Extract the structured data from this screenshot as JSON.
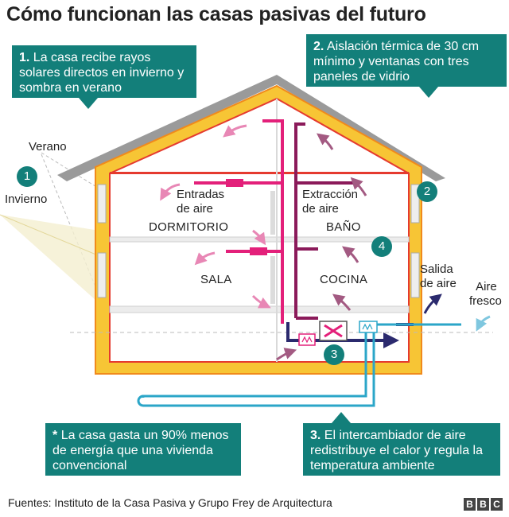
{
  "title": "Cómo funcionan las casas pasivas del futuro",
  "callouts": {
    "c1": {
      "num": "1.",
      "text": "La casa recibe rayos solares directos en invierno y sombra en verano"
    },
    "c2": {
      "num": "2.",
      "text": "Aislación térmica de 30 cm mínimo y ventanas con tres paneles de vidrio"
    },
    "c3": {
      "num": "3.",
      "text": "El intercambiador de aire redistribuye el calor y regula la temperatura ambiente"
    },
    "c_note": {
      "num": "*",
      "text": "La casa gasta un 90% menos de energía que una vivienda convencional"
    }
  },
  "labels": {
    "verano": "Verano",
    "invierno": "Invierno",
    "entradas_l1": "Entradas",
    "entradas_l2": "de aire",
    "extraccion_l1": "Extracción",
    "extraccion_l2": "de aire",
    "salida_l1": "Salida",
    "salida_l2": "de aire",
    "aire_l1": "Aire",
    "aire_l2": "fresco"
  },
  "rooms": {
    "dormitorio": "DORMITORIO",
    "bano": "BAÑO",
    "sala": "SALA",
    "cocina": "COCINA"
  },
  "badges": [
    "1",
    "2",
    "3",
    "4"
  ],
  "footer": "Fuentes: Instituto de la Casa Pasiva y Grupo Frey de Arquitectura",
  "logo": [
    "B",
    "B",
    "C"
  ],
  "colors": {
    "teal": "#137f7a",
    "insulation": "#f7c535",
    "insulation_outline": "#f08a1c",
    "interior_wall": "#e53a2f",
    "supply_duct": "#e3207a",
    "extract_duct": "#8b1a5a",
    "fresh_air": "#2ba6c8",
    "exhaust": "#2b2a6e",
    "roof": "#9a9a9a"
  }
}
